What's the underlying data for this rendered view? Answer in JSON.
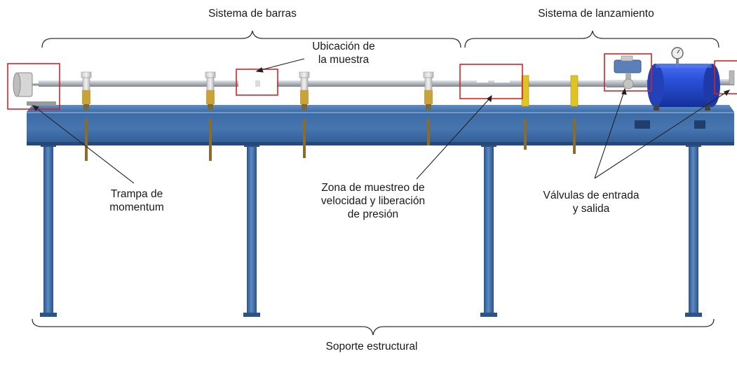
{
  "labels": {
    "bar_system": "Sistema de barras",
    "launch_system": "Sistema de lanzamiento",
    "sample_location": [
      "Ubicación de",
      "la muestra"
    ],
    "momentum_trap": [
      "Trampa de",
      "momentum"
    ],
    "velocity_zone": [
      "Zona de muestreo de",
      "velocidad y liberación",
      "de presión"
    ],
    "valves": [
      "Válvulas de entrada",
      "y salida"
    ],
    "structural_support": "Soporte estructural"
  },
  "colors": {
    "beam_blue": "#3f6ea8",
    "beam_dark": "#2b5385",
    "highlight_red": "#d0242b",
    "tank_blue": "#2b4fd6",
    "bar_gray": "#b9bec4",
    "clamp_yellow": "#e0c423",
    "leader_line": "#222222"
  },
  "icons": [
    "pressure-gauge-icon",
    "valve-actuator-icon"
  ]
}
